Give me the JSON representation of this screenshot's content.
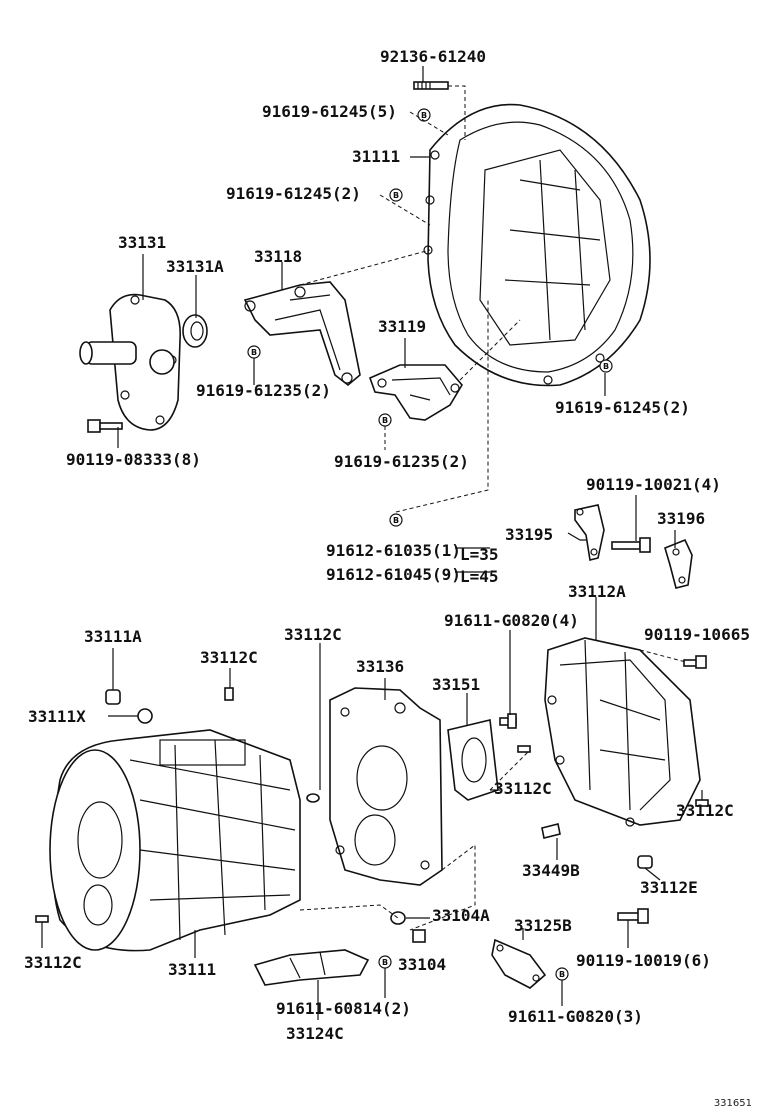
{
  "labels": {
    "l_92136": "92136-61240",
    "l_91619_5": "91619-61245(5)",
    "l_31111": "31111",
    "l_91619_2a": "91619-61245(2)",
    "l_33131": "33131",
    "l_33131A": "33131A",
    "l_33118": "33118",
    "l_33119": "33119",
    "l_91619_61235a": "91619-61235(2)",
    "l_91619_2b": "91619-61245(2)",
    "l_90119_08333": "90119-08333(8)",
    "l_91619_61235b": "91619-61235(2)",
    "l_90119_10021": "90119-10021(4)",
    "l_33195": "33195",
    "l_33196": "33196",
    "l_91612_61035": "91612-61035(1)",
    "l_91612_61045": "91612-61045(9)",
    "l_L35": "L=35",
    "l_L45": "L=45",
    "l_33112A": "33112A",
    "l_91611_G0820_4": "91611-G0820(4)",
    "l_90119_10665": "90119-10665",
    "l_33111A": "33111A",
    "l_33112C_a": "33112C",
    "l_33112C_b": "33112C",
    "l_33136": "33136",
    "l_33151": "33151",
    "l_33111X": "33111X",
    "l_33112C_c": "33112C",
    "l_33112C_d": "33112C",
    "l_33449B": "33449B",
    "l_33112E": "33112E",
    "l_33104A": "33104A",
    "l_33125B": "33125B",
    "l_33112C_e": "33112C",
    "l_33111": "33111",
    "l_33104": "33104",
    "l_90119_10019": "90119-10019(6)",
    "l_91611_60814": "91611-60814(2)",
    "l_91611_G0820_3": "91611-G0820(3)",
    "l_33124C": "33124C"
  },
  "washer_mark": "B",
  "footer": {
    "code": "331651"
  }
}
